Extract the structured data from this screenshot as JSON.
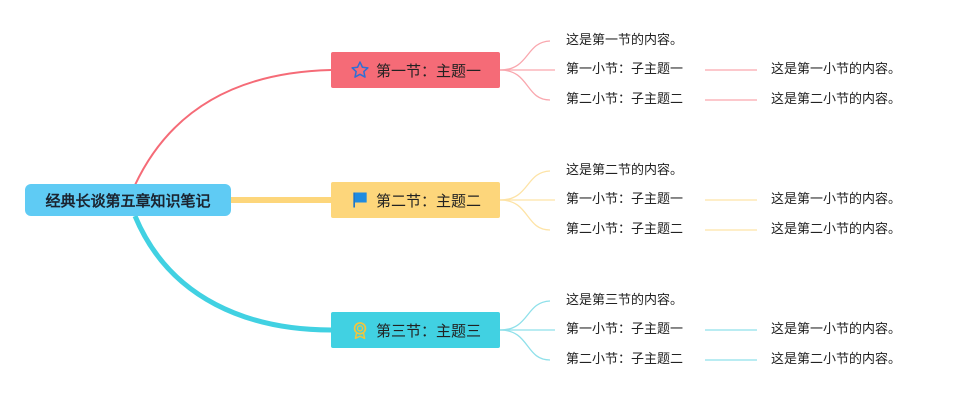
{
  "colors": {
    "root": "#5fcbf4",
    "branch1": "#f56b77",
    "branch2": "#fdd67b",
    "branch3": "#41d1e2"
  },
  "root": {
    "label": "经典长谈第五章知识笔记"
  },
  "branches": [
    {
      "label": "第一节：主题一",
      "icon": "star-icon",
      "content": "这是第一节的内容。",
      "subs": [
        {
          "label": "第一小节：子主题一",
          "content": "这是第一小节的内容。"
        },
        {
          "label": "第二小节：子主题二",
          "content": "这是第二小节的内容。"
        }
      ]
    },
    {
      "label": "第二节：主题二",
      "icon": "flag-icon",
      "content": "这是第二节的内容。",
      "subs": [
        {
          "label": "第一小节：子主题一",
          "content": "这是第一小节的内容。"
        },
        {
          "label": "第二小节：子主题二",
          "content": "这是第二小节的内容。"
        }
      ]
    },
    {
      "label": "第三节：主题三",
      "icon": "award-icon",
      "content": "这是第三节的内容。",
      "subs": [
        {
          "label": "第一小节：子主题一",
          "content": "这是第一小节的内容。"
        },
        {
          "label": "第二小节：子主题二",
          "content": "这是第二小节的内容。"
        }
      ]
    }
  ]
}
